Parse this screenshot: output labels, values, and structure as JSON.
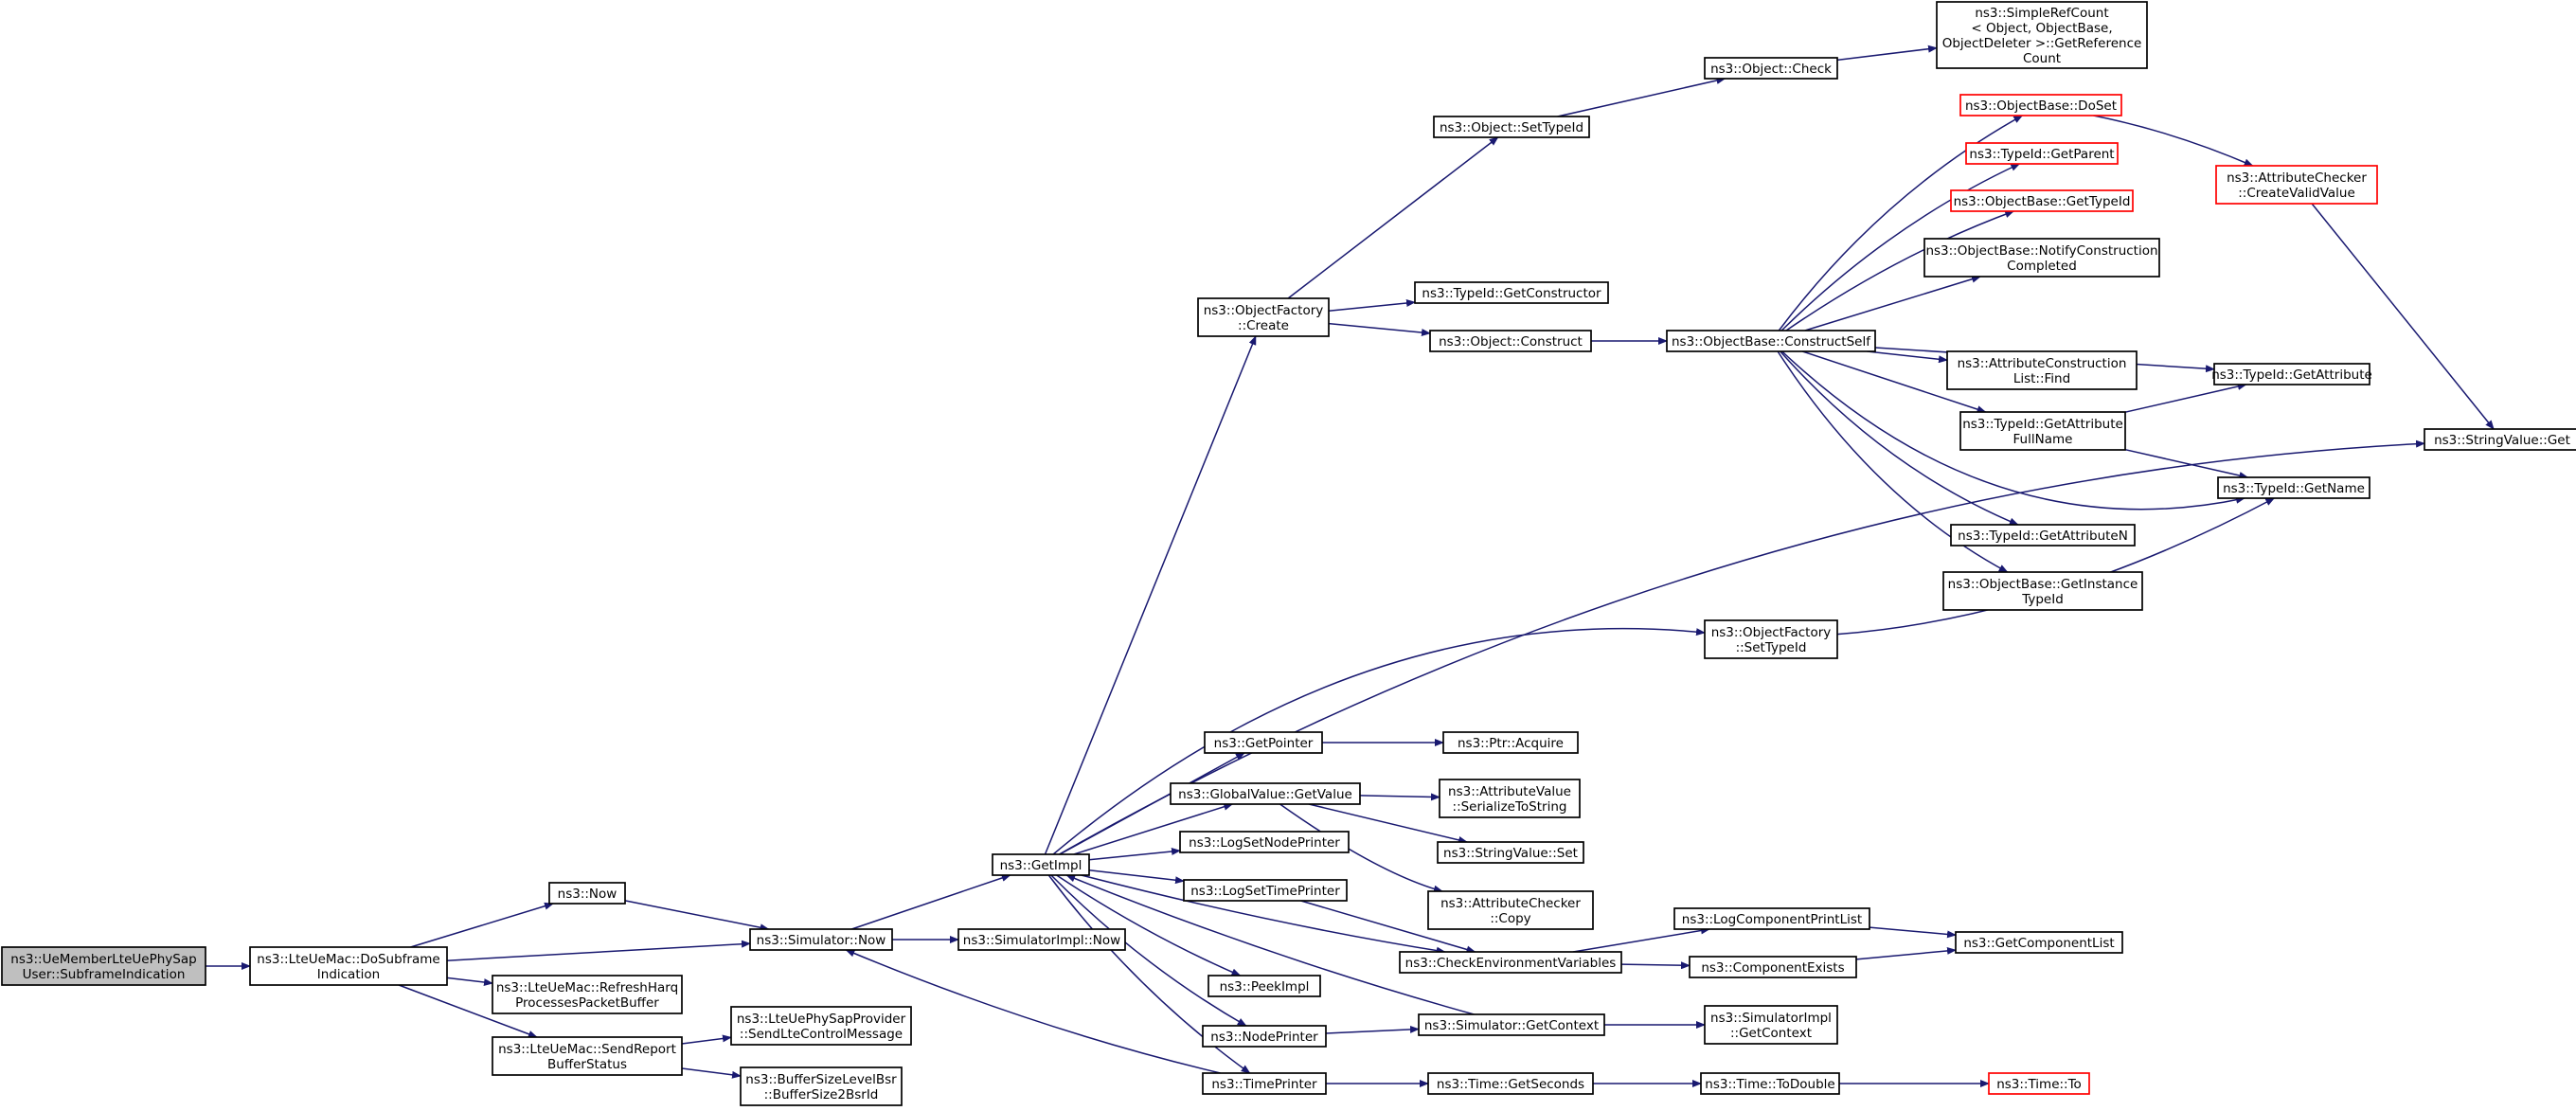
{
  "colors": {
    "edge": "#191970",
    "node_border": "#000000",
    "node_fill": "#ffffff",
    "start_fill": "#bfbfbf",
    "missing_border": "#ff0000"
  },
  "nodes": [
    {
      "id": "subframe_indication",
      "lines": [
        "ns3::UeMemberLteUePhySap",
        "User::SubframeIndication"
      ],
      "style": "start"
    },
    {
      "id": "do_subframe_indication",
      "lines": [
        "ns3::LteUeMac::DoSubframe",
        "Indication"
      ]
    },
    {
      "id": "now",
      "lines": [
        "ns3::Now"
      ]
    },
    {
      "id": "simulator_now",
      "lines": [
        "ns3::Simulator::Now"
      ]
    },
    {
      "id": "refresh_harq",
      "lines": [
        "ns3::LteUeMac::RefreshHarq",
        "ProcessesPacketBuffer"
      ]
    },
    {
      "id": "send_report",
      "lines": [
        "ns3::LteUeMac::SendReport",
        "BufferStatus"
      ]
    },
    {
      "id": "get_impl",
      "lines": [
        "ns3::GetImpl"
      ]
    },
    {
      "id": "simimpl_now",
      "lines": [
        "ns3::SimulatorImpl::Now"
      ]
    },
    {
      "id": "send_lte_control",
      "lines": [
        "ns3::LteUePhySapProvider",
        "::SendLteControlMessage"
      ]
    },
    {
      "id": "buffer_size",
      "lines": [
        "ns3::BufferSizeLevelBsr",
        "::BufferSize2BsrId"
      ]
    },
    {
      "id": "of_create",
      "lines": [
        "ns3::ObjectFactory",
        "::Create"
      ]
    },
    {
      "id": "get_pointer",
      "lines": [
        "ns3::GetPointer"
      ]
    },
    {
      "id": "gv_get_value",
      "lines": [
        "ns3::GlobalValue::GetValue"
      ]
    },
    {
      "id": "log_set_node",
      "lines": [
        "ns3::LogSetNodePrinter"
      ]
    },
    {
      "id": "log_set_time",
      "lines": [
        "ns3::LogSetTimePrinter"
      ]
    },
    {
      "id": "peek_impl",
      "lines": [
        "ns3::PeekImpl"
      ]
    },
    {
      "id": "node_printer",
      "lines": [
        "ns3::NodePrinter"
      ]
    },
    {
      "id": "time_printer",
      "lines": [
        "ns3::TimePrinter"
      ]
    },
    {
      "id": "obj_set_type_id",
      "lines": [
        "ns3::Object::SetTypeId"
      ]
    },
    {
      "id": "type_get_constructor",
      "lines": [
        "ns3::TypeId::GetConstructor"
      ]
    },
    {
      "id": "obj_construct",
      "lines": [
        "ns3::Object::Construct"
      ]
    },
    {
      "id": "of_set_type_id",
      "lines": [
        "ns3::ObjectFactory",
        "::SetTypeId"
      ]
    },
    {
      "id": "ptr_acquire",
      "lines": [
        "ns3::Ptr::Acquire"
      ]
    },
    {
      "id": "av_serialize",
      "lines": [
        "ns3::AttributeValue",
        "::SerializeToString"
      ]
    },
    {
      "id": "sv_set",
      "lines": [
        "ns3::StringValue::Set"
      ]
    },
    {
      "id": "ac_copy",
      "lines": [
        "ns3::AttributeChecker",
        "::Copy"
      ]
    },
    {
      "id": "check_env",
      "lines": [
        "ns3::CheckEnvironmentVariables"
      ]
    },
    {
      "id": "sim_get_context",
      "lines": [
        "ns3::Simulator::GetContext"
      ]
    },
    {
      "id": "time_get_seconds",
      "lines": [
        "ns3::Time::GetSeconds"
      ]
    },
    {
      "id": "obj_check",
      "lines": [
        "ns3::Object::Check"
      ]
    },
    {
      "id": "ob_construct_self",
      "lines": [
        "ns3::ObjectBase::ConstructSelf"
      ]
    },
    {
      "id": "log_comp_print",
      "lines": [
        "ns3::LogComponentPrintList"
      ]
    },
    {
      "id": "comp_exists",
      "lines": [
        "ns3::ComponentExists"
      ]
    },
    {
      "id": "simimpl_get_context",
      "lines": [
        "ns3::SimulatorImpl",
        "::GetContext"
      ]
    },
    {
      "id": "time_to_double",
      "lines": [
        "ns3::Time::ToDouble"
      ]
    },
    {
      "id": "simple_ref",
      "lines": [
        "ns3::SimpleRefCount",
        "< Object, ObjectBase,",
        "ObjectDeleter >::GetReference",
        "Count"
      ]
    },
    {
      "id": "ob_do_set",
      "lines": [
        "ns3::ObjectBase::DoSet"
      ],
      "style": "missing"
    },
    {
      "id": "type_get_parent",
      "lines": [
        "ns3::TypeId::GetParent"
      ],
      "style": "missing"
    },
    {
      "id": "ob_get_type_id",
      "lines": [
        "ns3::ObjectBase::GetTypeId"
      ],
      "style": "missing"
    },
    {
      "id": "ob_notify",
      "lines": [
        "ns3::ObjectBase::NotifyConstruction",
        "Completed"
      ]
    },
    {
      "id": "acl_find",
      "lines": [
        "ns3::AttributeConstruction",
        "List::Find"
      ]
    },
    {
      "id": "type_get_attr_full",
      "lines": [
        "ns3::TypeId::GetAttribute",
        "FullName"
      ]
    },
    {
      "id": "type_get_attr_n",
      "lines": [
        "ns3::TypeId::GetAttributeN"
      ]
    },
    {
      "id": "ob_get_instance",
      "lines": [
        "ns3::ObjectBase::GetInstance",
        "TypeId"
      ]
    },
    {
      "id": "get_component_list",
      "lines": [
        "ns3::GetComponentList"
      ]
    },
    {
      "id": "time_to",
      "lines": [
        "ns3::Time::To"
      ],
      "style": "missing"
    },
    {
      "id": "ac_create_valid",
      "lines": [
        "ns3::AttributeChecker",
        "::CreateValidValue"
      ],
      "style": "missing"
    },
    {
      "id": "type_get_attribute",
      "lines": [
        "ns3::TypeId::GetAttribute"
      ]
    },
    {
      "id": "type_get_name",
      "lines": [
        "ns3::TypeId::GetName"
      ]
    },
    {
      "id": "sv_get",
      "lines": [
        "ns3::StringValue::Get"
      ]
    }
  ],
  "edges": [
    [
      "subframe_indication",
      "do_subframe_indication"
    ],
    [
      "do_subframe_indication",
      "now"
    ],
    [
      "do_subframe_indication",
      "simulator_now"
    ],
    [
      "do_subframe_indication",
      "refresh_harq"
    ],
    [
      "do_subframe_indication",
      "send_report"
    ],
    [
      "now",
      "simulator_now"
    ],
    [
      "simulator_now",
      "get_impl"
    ],
    [
      "simulator_now",
      "simimpl_now"
    ],
    [
      "send_report",
      "send_lte_control"
    ],
    [
      "send_report",
      "buffer_size"
    ],
    [
      "get_impl",
      "of_create"
    ],
    [
      "get_impl",
      "of_set_type_id"
    ],
    [
      "get_impl",
      "sv_get"
    ],
    [
      "get_impl",
      "get_pointer"
    ],
    [
      "get_impl",
      "gv_get_value"
    ],
    [
      "get_impl",
      "log_set_node"
    ],
    [
      "get_impl",
      "log_set_time"
    ],
    [
      "get_impl",
      "check_env"
    ],
    [
      "get_impl",
      "peek_impl"
    ],
    [
      "get_impl",
      "node_printer"
    ],
    [
      "get_impl",
      "time_printer"
    ],
    [
      "of_create",
      "obj_set_type_id"
    ],
    [
      "of_create",
      "type_get_constructor"
    ],
    [
      "of_create",
      "obj_construct"
    ],
    [
      "obj_set_type_id",
      "obj_check"
    ],
    [
      "obj_check",
      "simple_ref"
    ],
    [
      "obj_construct",
      "ob_construct_self"
    ],
    [
      "ob_construct_self",
      "ob_do_set"
    ],
    [
      "ob_construct_self",
      "type_get_parent"
    ],
    [
      "ob_construct_self",
      "ob_get_type_id"
    ],
    [
      "ob_construct_self",
      "ob_notify"
    ],
    [
      "ob_construct_self",
      "type_get_attribute"
    ],
    [
      "ob_construct_self",
      "acl_find"
    ],
    [
      "ob_construct_self",
      "type_get_attr_full"
    ],
    [
      "ob_construct_self",
      "type_get_name"
    ],
    [
      "ob_construct_self",
      "type_get_attr_n"
    ],
    [
      "ob_construct_self",
      "ob_get_instance"
    ],
    [
      "ob_do_set",
      "ac_create_valid"
    ],
    [
      "ac_create_valid",
      "sv_get"
    ],
    [
      "type_get_attr_full",
      "type_get_attribute"
    ],
    [
      "type_get_attr_full",
      "type_get_name"
    ],
    [
      "of_set_type_id",
      "type_get_name"
    ],
    [
      "get_pointer",
      "ptr_acquire"
    ],
    [
      "gv_get_value",
      "av_serialize"
    ],
    [
      "gv_get_value",
      "sv_set"
    ],
    [
      "gv_get_value",
      "ac_copy"
    ],
    [
      "log_set_time",
      "check_env"
    ],
    [
      "check_env",
      "log_comp_print"
    ],
    [
      "check_env",
      "comp_exists"
    ],
    [
      "log_comp_print",
      "get_component_list"
    ],
    [
      "comp_exists",
      "get_component_list"
    ],
    [
      "node_printer",
      "sim_get_context"
    ],
    [
      "sim_get_context",
      "get_impl"
    ],
    [
      "sim_get_context",
      "simimpl_get_context"
    ],
    [
      "time_printer",
      "simulator_now"
    ],
    [
      "time_printer",
      "time_get_seconds"
    ],
    [
      "time_get_seconds",
      "time_to_double"
    ],
    [
      "time_to_double",
      "time_to"
    ]
  ]
}
